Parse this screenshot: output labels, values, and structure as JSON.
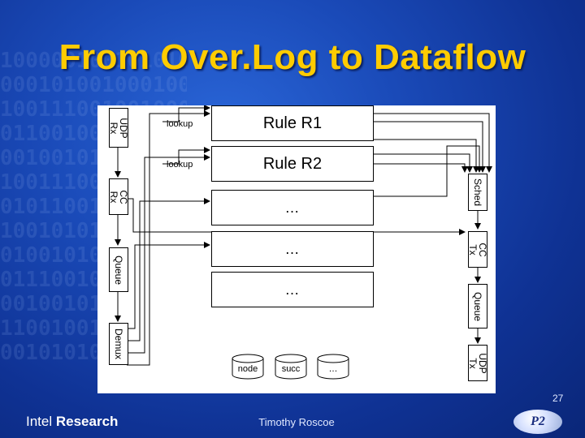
{
  "slide": {
    "title": "From Over.Log to Dataflow",
    "page_number": "27",
    "footer_brand_prefix": "Intel",
    "footer_brand_suffix": "Research",
    "footer_author": "Timothy Roscoe",
    "logo_text": "P2"
  },
  "background": {
    "digits": "1000001001010101\n0001010010001001\n1001110010010001\n0110010001010101\n0010010110010100\n1001110001001101\n0101100100100101\n1001010100100100\n0100101001001001\n0111001001010010\n0010010101001010\n1100100100100101\n0010101010010100"
  },
  "diagram": {
    "left_column": [
      {
        "id": "udp-rx",
        "label": "UDP\nRx"
      },
      {
        "id": "cc-rx",
        "label": "CC\nRx"
      },
      {
        "id": "queue-left",
        "label": "Queue"
      },
      {
        "id": "demux",
        "label": "Demux"
      }
    ],
    "right_column": [
      {
        "id": "sched",
        "label": "Sched"
      },
      {
        "id": "cc-tx",
        "label": "CC\nTx"
      },
      {
        "id": "queue-right",
        "label": "Queue"
      },
      {
        "id": "udp-tx",
        "label": "UDP\nTx"
      }
    ],
    "rules": [
      {
        "label": "Rule R1",
        "lookup_label": "lookup"
      },
      {
        "label": "Rule R2",
        "lookup_label": "lookup"
      },
      {
        "label": "…"
      },
      {
        "label": "…"
      },
      {
        "label": "…"
      }
    ],
    "tables": [
      {
        "label": "node"
      },
      {
        "label": "succ"
      },
      {
        "label": "…"
      }
    ],
    "colors": {
      "box_border": "#000000",
      "wire": "#000000",
      "background": "#ffffff"
    }
  }
}
